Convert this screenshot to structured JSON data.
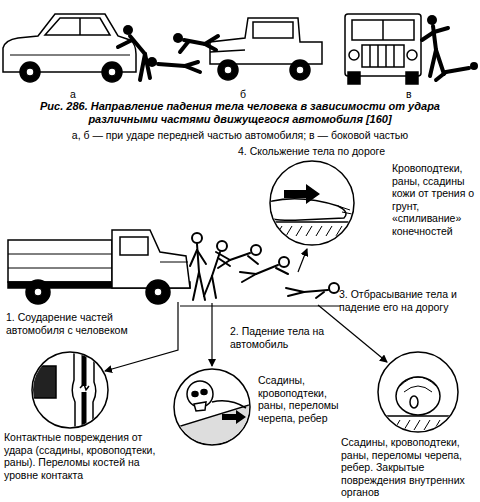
{
  "diagram": {
    "caption": "Рис. 286. Направление падения тела человека в зависимости от удара различными частями движущегося автомобиля [160]",
    "labels": [
      "а",
      "б",
      "в",
      "а, б — при ударе передней частью автомобиля; в — боковой частью",
      "4. Скольжение тела по дороге",
      "Кровоподтеки, раны, ссадины кожи от трения о грунт, «спиливание» конечностей",
      "3. Отбрасывание тела и падение его на дорогу",
      "1. Соударение частей автомобиля с человеком",
      "2. Падение тела на автомобиль",
      "Ссадины, кровоподтеки, раны, переломы черепа, ребер",
      "Ссадины, кровоподтеки, раны, переломы черепа, ребер. Закрытые повреждения внутренних органов",
      "Контактные повреждения от удара (ссадины, кровоподтеки, раны). Переломы костей на уровне контакта"
    ]
  }
}
